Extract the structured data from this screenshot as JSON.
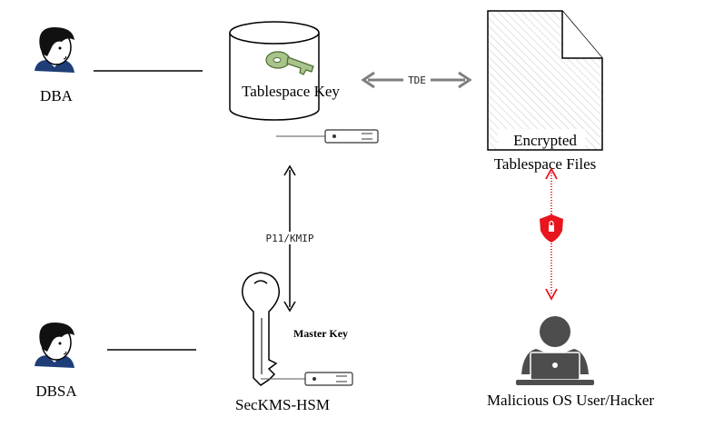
{
  "actors": {
    "dba": {
      "label": "DBA"
    },
    "dbsa": {
      "label": "DBSA"
    },
    "hacker": {
      "label": "Malicious OS User/Hacker"
    }
  },
  "tablespace_key": {
    "label": "Tablespace Key"
  },
  "encrypted_files": {
    "line1": "Encrypted",
    "line2": "Tablespace Files"
  },
  "links": {
    "tde": "TDE",
    "p11_kmip": "P11/KMIP"
  },
  "master_key": {
    "label": "Master Key"
  },
  "hsm": {
    "label": "SecKMS-HSM"
  },
  "colors": {
    "alert_red": "#e8141e",
    "key_green": "#a9c48a",
    "arrow_gray": "#7f7f7f",
    "hacker_gray": "#4d4d4d"
  },
  "icons": [
    "person-icon",
    "key-icon",
    "database-cylinder-icon",
    "document-icon",
    "usb-token-icon",
    "shield-icon",
    "hacker-laptop-icon"
  ]
}
